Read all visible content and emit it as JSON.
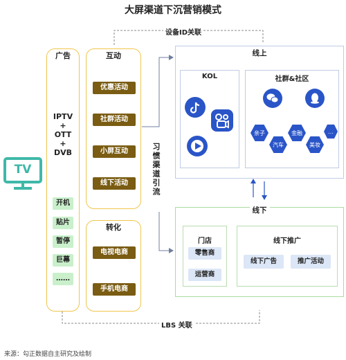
{
  "title": "大屏渠道下沉营销模式",
  "device_id_label": "设备ID关联",
  "lbs_label": "LBS 关联",
  "ads": {
    "heading": "广告",
    "tech": [
      "IPTV",
      "+",
      "OTT",
      "+",
      "DVB"
    ],
    "items": [
      "开机",
      "贴片",
      "暂停",
      "巨幕",
      "……"
    ]
  },
  "tv_icon_text": "TV",
  "interaction": {
    "heading": "互动",
    "items": [
      "优惠活动",
      "社群活动",
      "小屏互动",
      "线下活动"
    ]
  },
  "conversion": {
    "heading": "转化",
    "items": [
      "电视电商",
      "手机电商"
    ]
  },
  "habit_channel_label": "习惯渠道引流",
  "online": {
    "heading": "线上",
    "kol": {
      "heading": "KOL"
    },
    "community": {
      "heading": "社群&社区",
      "hexes": [
        "亲子",
        "汽车",
        "金融",
        "美妆",
        "…"
      ]
    }
  },
  "offline": {
    "heading": "线下",
    "store": {
      "heading": "门店",
      "items": [
        "零售商",
        "运营商"
      ]
    },
    "promo": {
      "heading": "线下推广",
      "items": [
        "线下广告",
        "推广活动"
      ]
    }
  },
  "colors": {
    "brown": "#7a5c12",
    "yellow_border": "#f0c64b",
    "green_tag": "#c9f0cb",
    "blue_icon": "#2a55c8",
    "tv_teal": "#3fb8a8"
  },
  "footer": "来源：勾正数据自主研究及绘制"
}
